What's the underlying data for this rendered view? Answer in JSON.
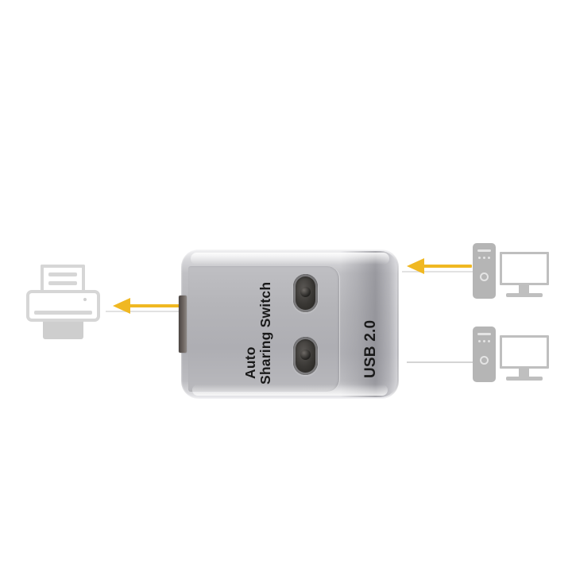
{
  "scene": {
    "title": "USB 2.0 Auto Sharing Switch connection diagram",
    "background_color": "#ffffff",
    "accent_color": "#f0b822",
    "device_body_color": "#b6b6ba",
    "icon_color": "#bfbfbf"
  },
  "device": {
    "name": "usb-auto-sharing-switch",
    "label_line_1": "Auto",
    "label_line_2": "Sharing Switch",
    "label_usb": "USB 2.0",
    "buttons": [
      {
        "name": "selector-button-top"
      },
      {
        "name": "selector-button-bottom"
      }
    ],
    "ports": [
      {
        "name": "printer-usb-port",
        "side": "left"
      }
    ]
  },
  "peripherals": {
    "printer": {
      "name": "printer",
      "icon": "printer-icon"
    },
    "computers": [
      {
        "name": "computer-top",
        "icon": "desktop-computer-icon"
      },
      {
        "name": "computer-bottom",
        "icon": "desktop-computer-icon"
      }
    ]
  },
  "connections": [
    {
      "name": "device-to-printer",
      "style": "arrow",
      "direction": "left",
      "color": "#f0b822"
    },
    {
      "name": "computer-top-to-device",
      "style": "arrow",
      "direction": "left",
      "color": "#f0b822"
    },
    {
      "name": "computer-bottom-to-device",
      "style": "line",
      "direction": "none",
      "color": "#d4d4d4"
    }
  ]
}
